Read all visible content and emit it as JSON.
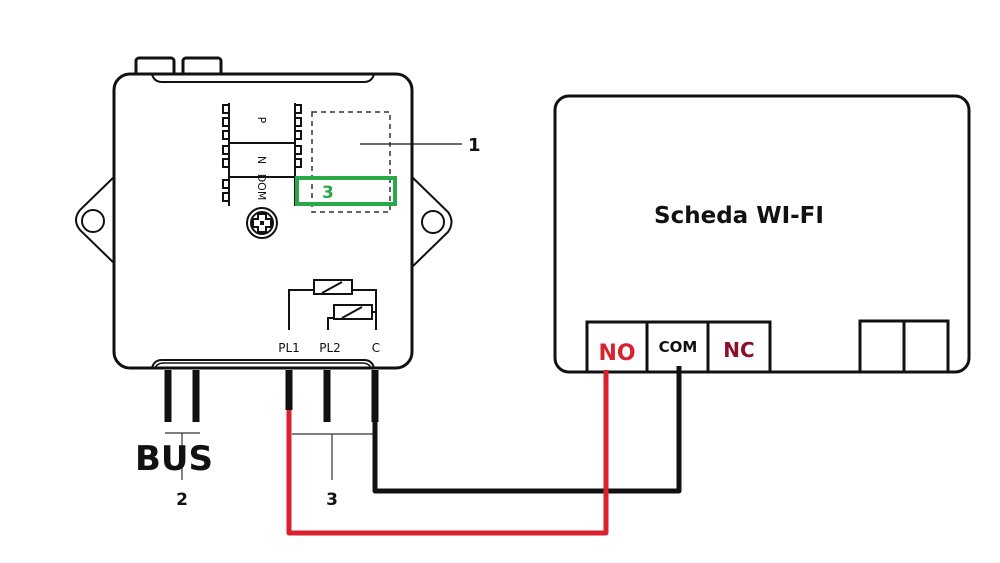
{
  "device": {
    "pcb_labels": [
      "P",
      "N",
      "DOM"
    ],
    "highlight_label": "3",
    "relay_labels": [
      "PL1",
      "PL2",
      "C"
    ],
    "callout_1": "1",
    "bus_label": "BUS",
    "callout_2": "2",
    "callout_3": "3"
  },
  "wifi_board": {
    "title": "Scheda WI-FI",
    "terminals": [
      "NO",
      "COM",
      "NC"
    ]
  },
  "colors": {
    "red_wire": "#d8222e",
    "black_wire": "#111111",
    "highlight": "#2aa84a",
    "no_label": "#d8222e",
    "nc_label": "#8b1028"
  }
}
